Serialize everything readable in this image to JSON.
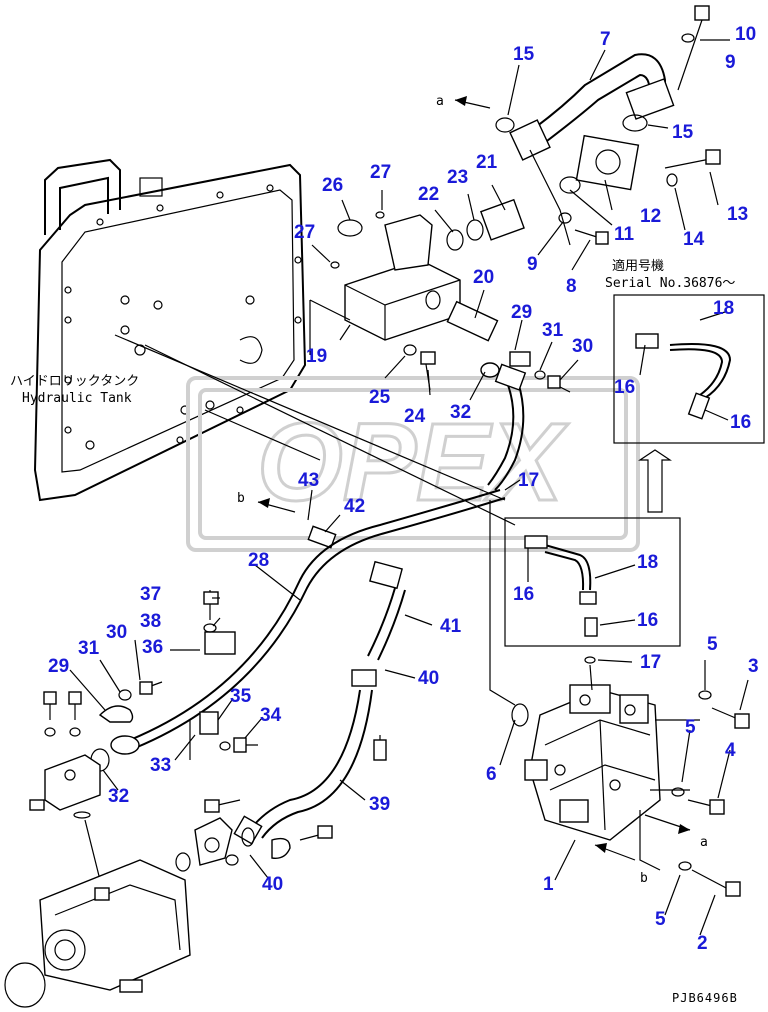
{
  "labels": {
    "tank_jp": "ハイドロリックタンク",
    "tank_en": "Hydraulic Tank",
    "serial_jp": "適用号機",
    "serial_en": "Serial No.36876～",
    "drawing_code": "PJB6496B",
    "arrow_a": "a",
    "arrow_b": "b",
    "watermark": "OPEX"
  },
  "callouts": [
    "15",
    "10",
    "7",
    "9",
    "15",
    "13",
    "12",
    "14",
    "11",
    "21",
    "23",
    "22",
    "26",
    "27",
    "27",
    "9",
    "8",
    "20",
    "29",
    "31",
    "30",
    "19",
    "25",
    "24",
    "32",
    "18",
    "16",
    "16",
    "17",
    "43",
    "42",
    "28",
    "18",
    "16",
    "16",
    "37",
    "38",
    "30",
    "36",
    "31",
    "29",
    "41",
    "17",
    "5",
    "3",
    "40",
    "35",
    "34",
    "33",
    "32",
    "5",
    "4",
    "6",
    "39",
    "40",
    "1",
    "5",
    "2"
  ],
  "colors": {
    "callout": "#1a1ad8",
    "line": "#000000",
    "watermark": "#d0d0d0"
  }
}
